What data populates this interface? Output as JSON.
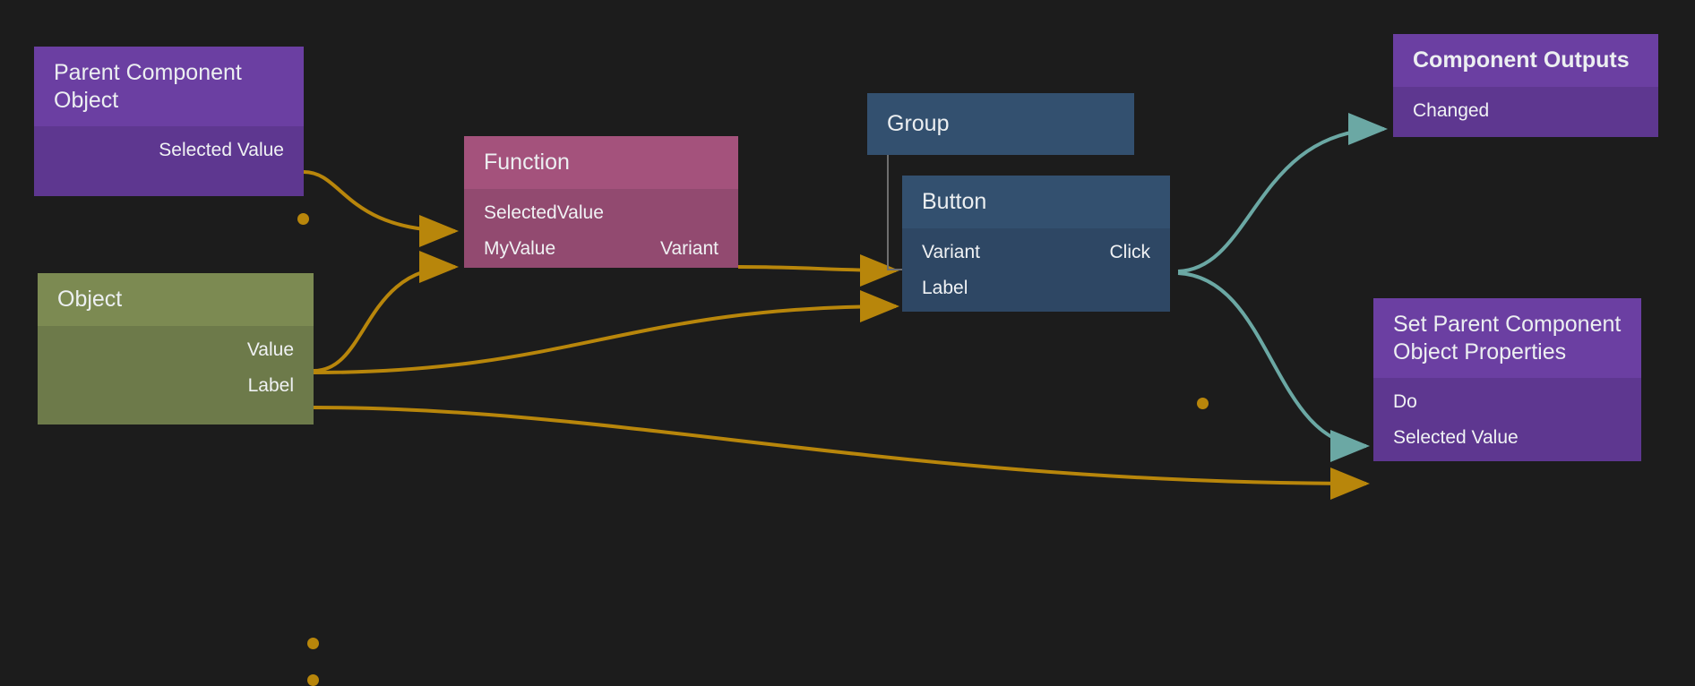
{
  "canvas": {
    "background": "#1c1c1c",
    "link_color_data": "#b8860b",
    "link_color_event": "#6ba8a4"
  },
  "nodes": [
    {
      "id": "parent-component-object",
      "title": "Parent Component Object",
      "color": "#6b3fa2",
      "kind": "purple",
      "outputs": [
        "Selected Value"
      ],
      "inputs": []
    },
    {
      "id": "object",
      "title": "Object",
      "color": "#7c8a52",
      "kind": "olive",
      "outputs": [
        "Value",
        "Label"
      ],
      "inputs": []
    },
    {
      "id": "function",
      "title": "Function",
      "color": "#a4527c",
      "kind": "pink",
      "inputs": [
        "SelectedValue",
        "MyValue"
      ],
      "outputs": [
        "Variant"
      ]
    },
    {
      "id": "group",
      "title": "Group",
      "color": "#33506f",
      "kind": "blue",
      "inputs": [],
      "outputs": []
    },
    {
      "id": "button",
      "title": "Button",
      "color": "#33506f",
      "kind": "blue",
      "inputs": [
        "Variant",
        "Label"
      ],
      "outputs": [
        "Click"
      ]
    },
    {
      "id": "component-outputs",
      "title": "Component Outputs",
      "color": "#6b3fa2",
      "kind": "purple",
      "inputs": [
        "Changed"
      ],
      "outputs": []
    },
    {
      "id": "set-parent-component-object-properties",
      "title": "Set Parent Component Object Properties",
      "color": "#6b3fa2",
      "kind": "purple",
      "inputs": [
        "Do",
        "Selected Value"
      ],
      "outputs": []
    }
  ],
  "connections": [
    {
      "from": "parent-component-object.Selected Value",
      "to": "function.SelectedValue",
      "type": "data"
    },
    {
      "from": "object.Value",
      "to": "function.MyValue",
      "type": "data"
    },
    {
      "from": "object.Value",
      "to": "button.Label",
      "type": "data"
    },
    {
      "from": "object.Label",
      "to": "set-parent-component-object-properties.Selected Value",
      "type": "data"
    },
    {
      "from": "function.Variant",
      "to": "button.Variant",
      "type": "data"
    },
    {
      "from": "button.Click",
      "to": "component-outputs.Changed",
      "type": "event"
    },
    {
      "from": "button.Click",
      "to": "set-parent-component-object-properties.Do",
      "type": "event"
    }
  ]
}
